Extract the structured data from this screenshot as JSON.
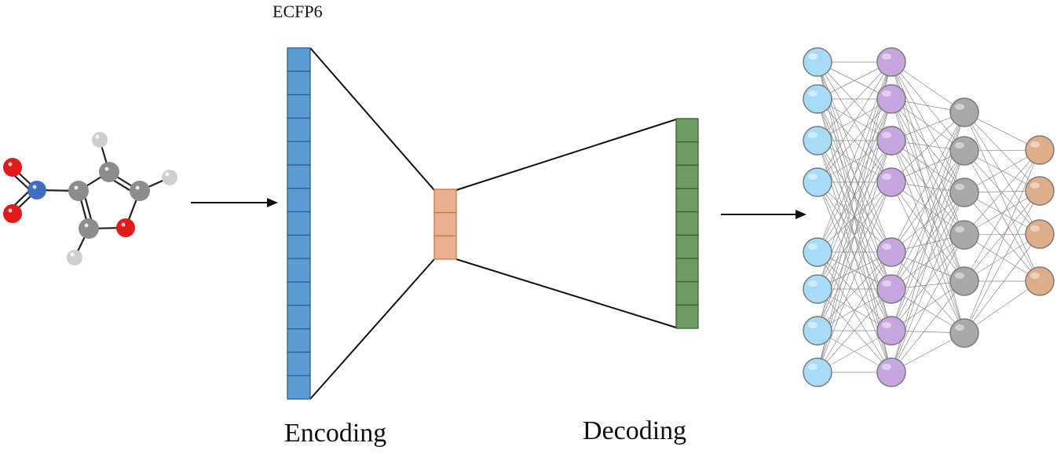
{
  "labels": {
    "fingerprint": "ECFP6",
    "encoding": "Encoding",
    "decoding": "Decoding"
  },
  "colors": {
    "encoder_cell": "#5b9bd5",
    "encoder_border": "#2e5f8f",
    "latent_cell": "#e8b08f",
    "latent_border": "#c97a4c",
    "decoder_cell": "#6e9b62",
    "decoder_border": "#3f5f36",
    "oxygen_atom": "#e21a1a",
    "nitrogen_atom": "#3f6fbf",
    "carbon_atom": "#8c8c8c",
    "hydrogen_atom": "#cfcfcf",
    "nn_input": "#a6dcf5",
    "nn_hidden1": "#c7a6e0",
    "nn_hidden2": "#a9a9a9",
    "nn_output": "#deae8a"
  },
  "encoder": {
    "cells": 15
  },
  "latent": {
    "cells": 3
  },
  "decoder": {
    "cells": 9
  },
  "network": {
    "layers": [
      {
        "name": "input",
        "nodes": 8
      },
      {
        "name": "hidden-1",
        "nodes": 8
      },
      {
        "name": "hidden-2",
        "nodes": 6
      },
      {
        "name": "output",
        "nodes": 4
      }
    ]
  },
  "molecule": {
    "atoms": [
      {
        "element": "O"
      },
      {
        "element": "O"
      },
      {
        "element": "N"
      },
      {
        "element": "C"
      },
      {
        "element": "C"
      },
      {
        "element": "C"
      },
      {
        "element": "C"
      },
      {
        "element": "O"
      },
      {
        "element": "H"
      },
      {
        "element": "H"
      },
      {
        "element": "H"
      }
    ]
  }
}
